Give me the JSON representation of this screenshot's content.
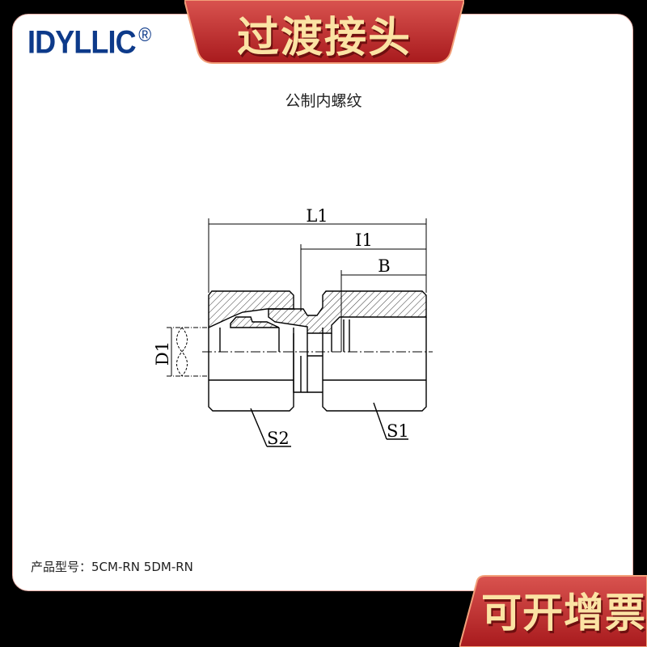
{
  "brand": {
    "logo_text": "IDYLLIC",
    "registered_mark": "®"
  },
  "banner": {
    "title": "过渡接头"
  },
  "subtitle": "公制内螺纹",
  "drawing": {
    "labels": {
      "L1": "L1",
      "I1": "I1",
      "B": "B",
      "D1": "D1",
      "S1": "S1",
      "S2": "S2"
    }
  },
  "product": {
    "model_label": "产品型号：",
    "model_value": "5CM-RN 5DM-RN"
  },
  "badge": {
    "text": "可开增票"
  },
  "colors": {
    "brand_blue": "#0d3a8a",
    "banner_red": "#c0272a",
    "banner_text": "#fbe3a4"
  }
}
